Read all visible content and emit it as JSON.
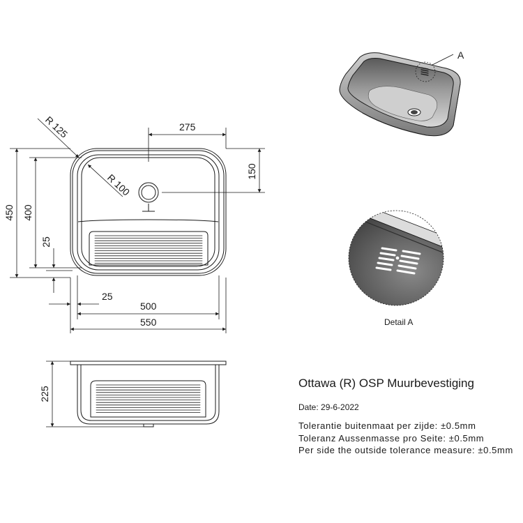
{
  "product": {
    "title": "Ottawa (R) OSP Muurbevestiging",
    "date": "Date: 29-6-2022"
  },
  "tolerances": [
    "Tolerantie buitenmaat per zijde: ±0.5mm",
    "Toleranz Aussenmasse pro Seite: ±0.5mm",
    "Per side the outside tolerance measure: ±0.5mm"
  ],
  "dimensions": {
    "radius_outer": "R 125",
    "radius_inner": "R 100",
    "drain_offset": "275",
    "drain_depth": "150",
    "height_outer": "450",
    "height_inner": "400",
    "rim_bottom": "25",
    "rim_side": "25",
    "width_inner": "500",
    "width_outer": "550",
    "depth": "225"
  },
  "detail": {
    "callout": "A",
    "caption": "Detail A"
  }
}
